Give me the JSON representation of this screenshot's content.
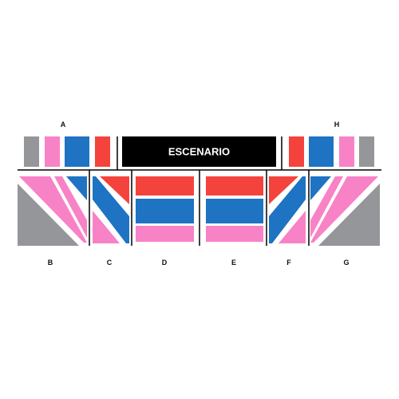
{
  "stage": {
    "label": "ESCENARIO"
  },
  "sections": {
    "A": "A",
    "B": "B",
    "C": "C",
    "D": "D",
    "E": "E",
    "F": "F",
    "G": "G",
    "H": "H"
  },
  "colors": {
    "red": "#f4433c",
    "blue": "#1e73c2",
    "pink": "#f882c6",
    "gray": "#95969a",
    "stage": "#000000",
    "line": "#000000"
  }
}
